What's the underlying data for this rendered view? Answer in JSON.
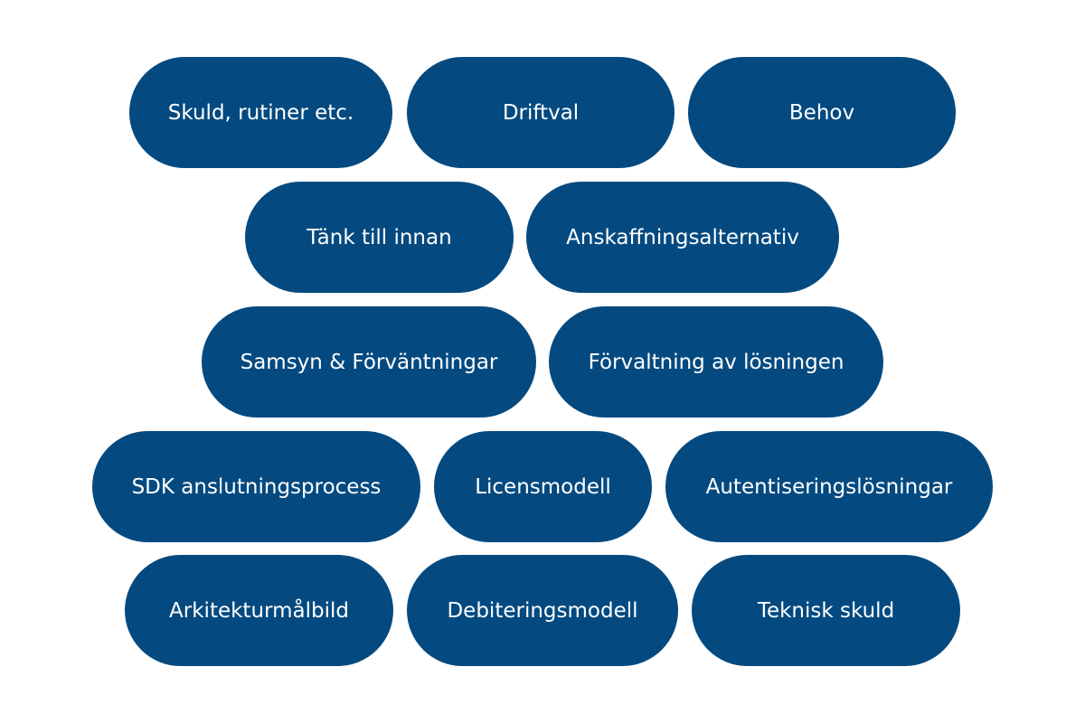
{
  "colors": {
    "pill_fill": "#044a80",
    "pill_text": "#ffffff",
    "background": "#ffffff"
  },
  "pills": [
    {
      "label": "Skuld, rutiner etc."
    },
    {
      "label": "Driftval"
    },
    {
      "label": "Behov"
    },
    {
      "label": "Tänk till innan"
    },
    {
      "label": "Anskaffningsalternativ"
    },
    {
      "label": "Samsyn & Förväntningar"
    },
    {
      "label": "Förvaltning av lösningen"
    },
    {
      "label": "SDK anslutningsprocess"
    },
    {
      "label": "Licensmodell"
    },
    {
      "label": "Autentiseringslösningar"
    },
    {
      "label": "Arkitekturmålbild"
    },
    {
      "label": "Debiteringsmodell"
    },
    {
      "label": "Teknisk skuld"
    }
  ]
}
